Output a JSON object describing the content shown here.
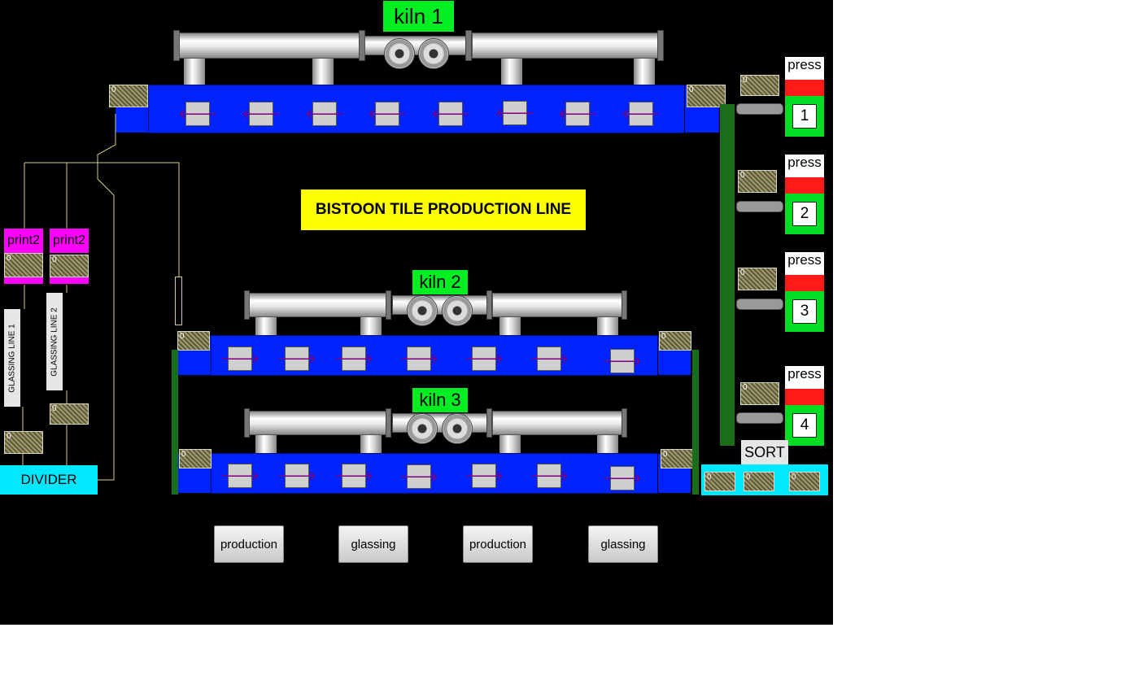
{
  "title": "BISTOON TILE PRODUCTION LINE",
  "kilns": [
    {
      "label": "kiln 1"
    },
    {
      "label": "kiln 2"
    },
    {
      "label": "kiln 3"
    }
  ],
  "presses": [
    {
      "label": "press",
      "number": "1"
    },
    {
      "label": "press",
      "number": "2"
    },
    {
      "label": "press",
      "number": "3"
    },
    {
      "label": "press",
      "number": "4"
    }
  ],
  "printers": [
    {
      "label": "print2"
    },
    {
      "label": "print2"
    }
  ],
  "glassing_lines": [
    {
      "label": "GLASSING LINE 1"
    },
    {
      "label": "GLASSING LINE 2"
    }
  ],
  "divider": {
    "label": "DIVIDER"
  },
  "sort": {
    "label": "SORT"
  },
  "sensor_value": "0",
  "arrow_glyphs": {
    "left": "🡐",
    "right": "🡒"
  },
  "buttons": [
    {
      "label": "production"
    },
    {
      "label": "glassing"
    },
    {
      "label": "production"
    },
    {
      "label": "glassing"
    }
  ],
  "colors": {
    "background": "#000000",
    "conveyor": "#0022ff",
    "kiln_label": "#00ee22",
    "title_bg": "#ffff00",
    "press_indicator": "#ff1a1a",
    "print_label": "#ff00ff",
    "divider": "#00e8ff"
  }
}
